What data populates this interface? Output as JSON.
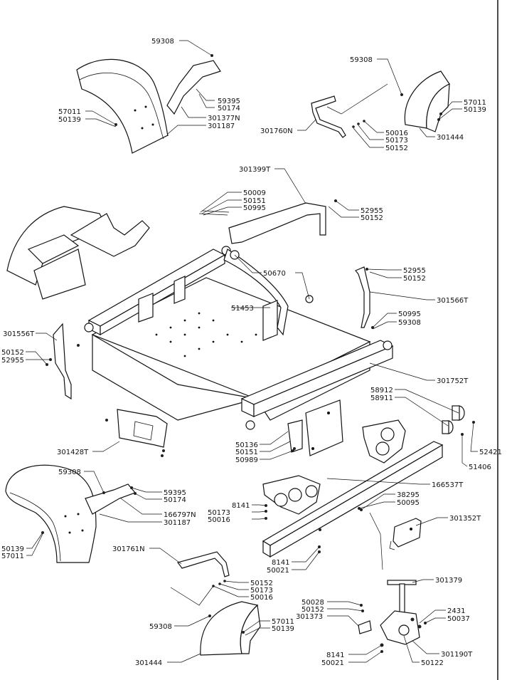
{
  "labels": [
    "59308",
    "59395",
    "50174",
    "301377N",
    "301187",
    "57011",
    "50139",
    "59308",
    "57011",
    "50139",
    "301760N",
    "50016",
    "50173",
    "50152",
    "301444",
    "301399T",
    "50009",
    "50151",
    "50995",
    "52955",
    "50152",
    "50670",
    "52955",
    "50152",
    "301566T",
    "51453",
    "50995",
    "59308",
    "301556T",
    "50152",
    "52955",
    "301752T",
    "58912",
    "58911",
    "52421",
    "51406",
    "301428T",
    "50136",
    "50151",
    "50989",
    "166537T",
    "59308",
    "59395",
    "50174",
    "166797N",
    "301187",
    "8141",
    "50173",
    "50016",
    "38295",
    "50095",
    "301352T",
    "50139",
    "57011",
    "8141",
    "50021",
    "301761N",
    "50152",
    "50173",
    "50016",
    "301379",
    "50028",
    "50152",
    "301373",
    "2431",
    "50037",
    "59308",
    "57011",
    "50139",
    "301190T",
    "8141",
    "50021",
    "50122",
    "301444"
  ]
}
